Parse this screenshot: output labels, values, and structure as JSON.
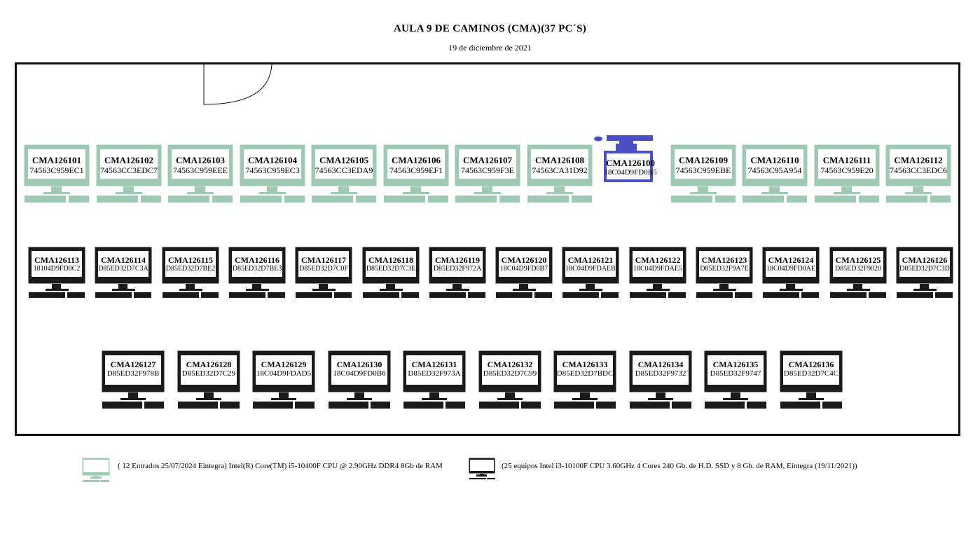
{
  "header": {
    "title": "AULA 9  DE CAMINOS  (CMA)(37 PC´S)",
    "date": "19 de diciembre de 2021"
  },
  "colors": {
    "green_monitor": "#9ec9b2",
    "black_monitor": "#1a1a1a",
    "teacher_monitor": "#4b4fc4"
  },
  "rows": [
    {
      "type": "green",
      "pcs": [
        {
          "name": "CMA126101",
          "mac": "74563C959EC1"
        },
        {
          "name": "CMA126102",
          "mac": "74563CC3EDC7"
        },
        {
          "name": "CMA126103",
          "mac": "74563C959EEE"
        },
        {
          "name": "CMA126104",
          "mac": "74563C959EC3"
        },
        {
          "name": "CMA126105",
          "mac": "74563CC3EDA9"
        },
        {
          "name": "CMA126106",
          "mac": "74563C959EF1"
        },
        {
          "name": "CMA126107",
          "mac": "74563C959F3E"
        },
        {
          "name": "CMA126108",
          "mac": "74563CA31D92"
        },
        {
          "name": "CMA126100",
          "mac": "18C04D9FD0B5",
          "teacher": true
        },
        {
          "name": "CMA126109",
          "mac": "74563C959EBE"
        },
        {
          "name": "CMA126110",
          "mac": "74563C95A954"
        },
        {
          "name": "CMA126111",
          "mac": "74563C959E20"
        },
        {
          "name": "CMA126112",
          "mac": "74563CC3EDC6"
        }
      ]
    },
    {
      "type": "black",
      "pcs": [
        {
          "name": "CMA126113",
          "mac": "18104D9FD0C2"
        },
        {
          "name": "CMA126114",
          "mac": "D85ED32D7C3A"
        },
        {
          "name": "CMA126115",
          "mac": "D85ED32D7BE2"
        },
        {
          "name": "CMA126116",
          "mac": "D85ED32D7BE3"
        },
        {
          "name": "CMA126117",
          "mac": "D85ED32D7C0F"
        },
        {
          "name": "CMA126118",
          "mac": "D85ED32D7C3E"
        },
        {
          "name": "CMA126119",
          "mac": "D85ED32F972A"
        },
        {
          "name": "CMA126120",
          "mac": "18C04D9FD0B7"
        },
        {
          "name": "CMA126121",
          "mac": "18C04D9FDAEB"
        },
        {
          "name": "CMA126122",
          "mac": "18C04D9FDAE5"
        },
        {
          "name": "CMA126123",
          "mac": "D85ED32F9A7E"
        },
        {
          "name": "CMA126124",
          "mac": "18C04D9FD0AE"
        },
        {
          "name": "CMA126125",
          "mac": "D85ED32F9020"
        },
        {
          "name": "CMA126126",
          "mac": "D85ED32D7C3D"
        }
      ]
    },
    {
      "type": "black",
      "pcs": [
        {
          "name": "CMA126127",
          "mac": "D85ED32F978B"
        },
        {
          "name": "CMA126128",
          "mac": "D85ED32D7C29"
        },
        {
          "name": "CMA126129",
          "mac": "18C04D9FDAD5"
        },
        {
          "name": "CMA126130",
          "mac": "18C04D9FD0B6"
        },
        {
          "name": "CMA126131",
          "mac": "D85ED32F973A"
        },
        {
          "name": "CMA126132",
          "mac": "D85ED32D7C99"
        },
        {
          "name": "CMA126133",
          "mac": "D85ED32D7BDC"
        },
        {
          "name": "CMA126134",
          "mac": "D85ED32F9732"
        },
        {
          "name": "CMA126135",
          "mac": "D85ED32F9747"
        },
        {
          "name": "CMA126136",
          "mac": "D85ED32D7C4C"
        }
      ]
    }
  ],
  "legend": {
    "green_text": "( 12 Entrados 25/07/2024 Eintegra) Intel(R) Core(TM) i5-10400F CPU @ 2.90GHz  DDR4 8Gb de RAM",
    "black_text": "(25 equipos Intel i3-10100F CPU 3.60GHz 4 Cores   240 Gb. de H.D. SSD y 8 Gb. de RAM, Eintegra (19/11/2021))"
  }
}
